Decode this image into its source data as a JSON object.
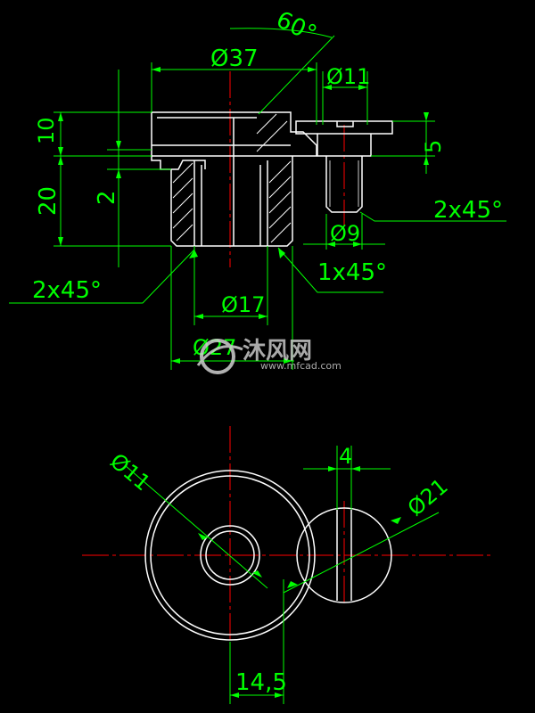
{
  "colors": {
    "background": "#000000",
    "outline": "#ffffff",
    "dimension": "#00ff00",
    "centerline": "#ff0000"
  },
  "dimensions": {
    "angle": "60°",
    "dia_37": "Ø37",
    "dia_11_top": "Ø11",
    "len_10": "10",
    "len_20": "20",
    "len_2": "2",
    "len_5": "5",
    "chamfer_right": "2x45°",
    "dia_9": "Ø9",
    "chamfer_left": "2x45°",
    "chamfer_1": "1x45°",
    "dia_17": "Ø17",
    "dia_27": "Ø27",
    "dia_11_bottom": "Ø11",
    "len_4": "4",
    "dia_21": "Ø21",
    "len_14_5": "14,5"
  },
  "watermark": {
    "text_cn": "沐风网",
    "url": "www.mfcad.com"
  }
}
